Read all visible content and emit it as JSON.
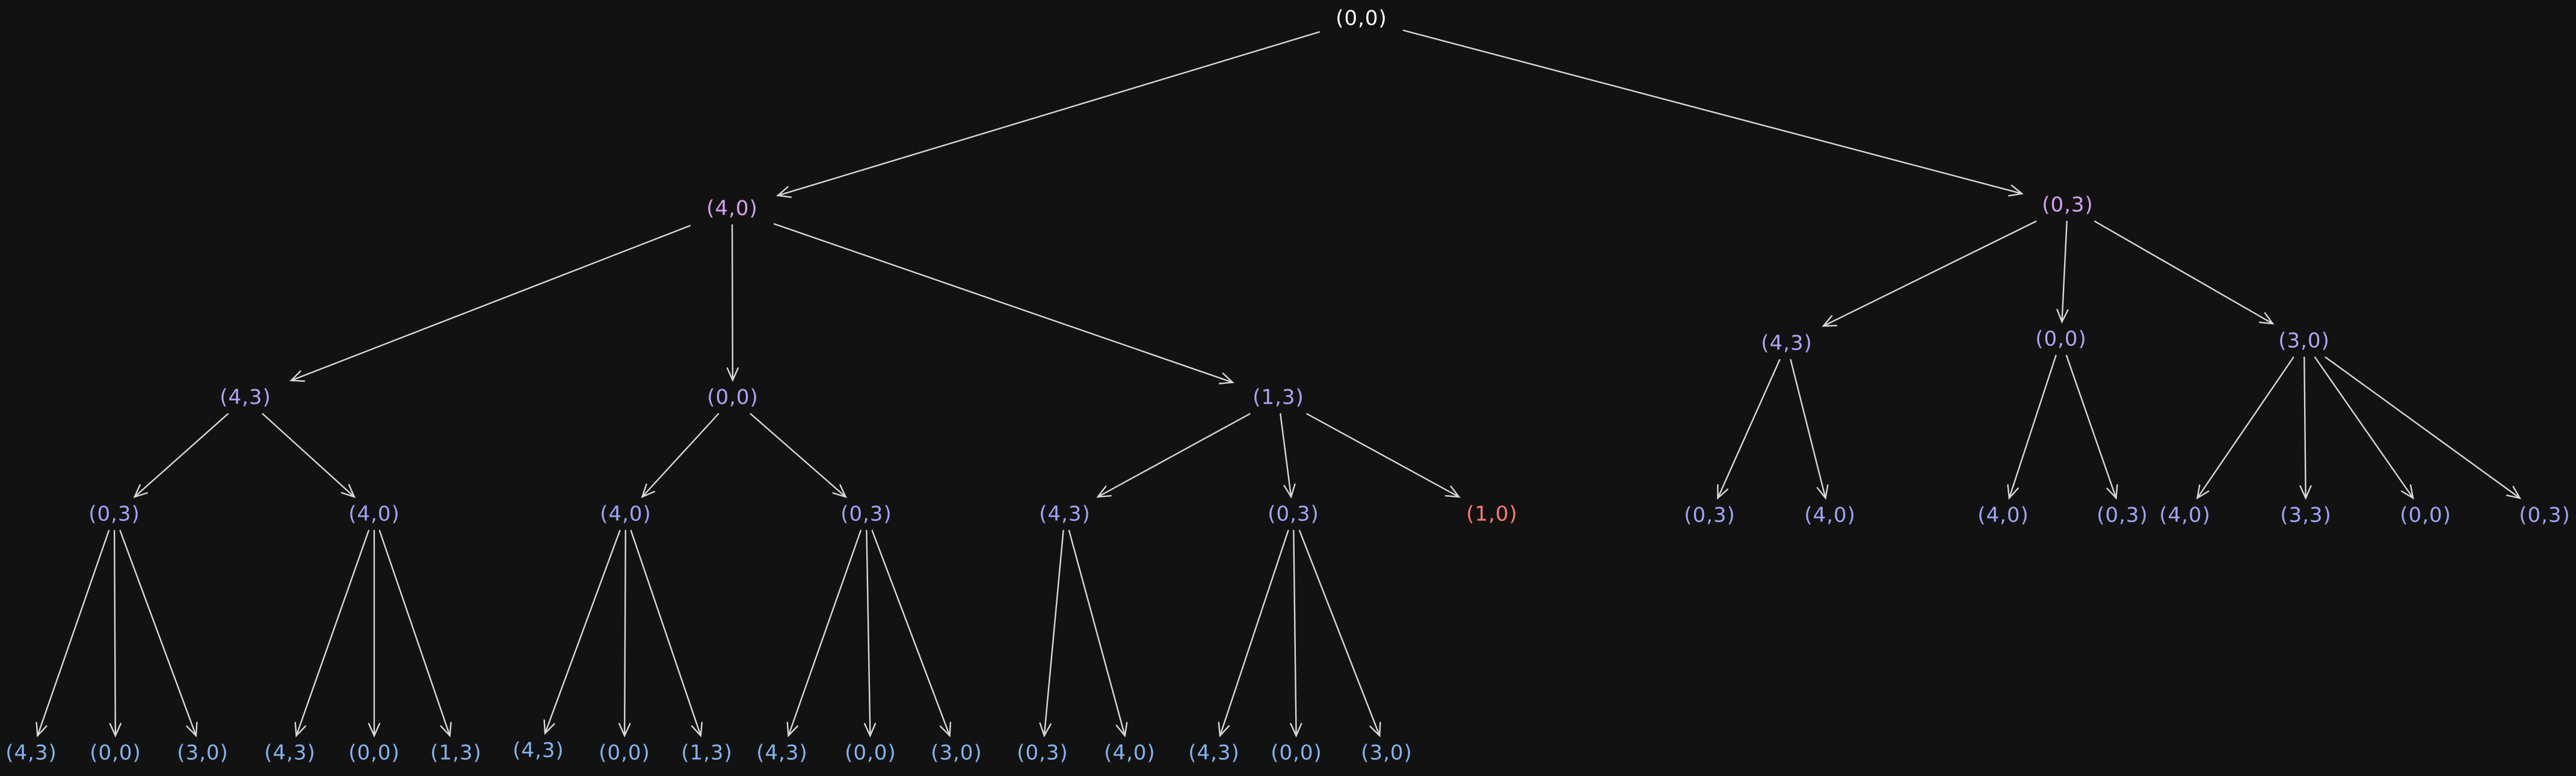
{
  "colors": {
    "edge": "#d8d8d8",
    "root": "#ffffff",
    "level1": "#d7a2f0",
    "level2": "#b7a2f4",
    "level3": "#9ea6f5",
    "level4": "#86b4f0",
    "dead_end": "#ff7a7a"
  },
  "tree": {
    "id": "n0",
    "label": "(0,0)",
    "color": "root",
    "children": [
      {
        "id": "n1",
        "label": "(4,0)",
        "color": "level1",
        "children": [
          {
            "id": "n11",
            "label": "(4,3)",
            "color": "level2",
            "children": [
              {
                "id": "n111",
                "label": "(0,3)",
                "color": "level3",
                "children": [
                  {
                    "id": "n1111",
                    "label": "(4,3)",
                    "color": "level4"
                  },
                  {
                    "id": "n1112",
                    "label": "(0,0)",
                    "color": "level4"
                  },
                  {
                    "id": "n1113",
                    "label": "(3,0)",
                    "color": "level4"
                  }
                ]
              },
              {
                "id": "n112",
                "label": "(4,0)",
                "color": "level3",
                "children": [
                  {
                    "id": "n1121",
                    "label": "(4,3)",
                    "color": "level4"
                  },
                  {
                    "id": "n1122",
                    "label": "(0,0)",
                    "color": "level4"
                  },
                  {
                    "id": "n1123",
                    "label": "(1,3)",
                    "color": "level4"
                  }
                ]
              }
            ]
          },
          {
            "id": "n12",
            "label": "(0,0)",
            "color": "level2",
            "children": [
              {
                "id": "n121",
                "label": "(4,0)",
                "color": "level3",
                "children": [
                  {
                    "id": "n1211",
                    "label": "(4,3)",
                    "color": "level4"
                  },
                  {
                    "id": "n1212",
                    "label": "(0,0)",
                    "color": "level4"
                  },
                  {
                    "id": "n1213",
                    "label": "(1,3)",
                    "color": "level4"
                  }
                ]
              },
              {
                "id": "n122",
                "label": "(0,3)",
                "color": "level3",
                "children": [
                  {
                    "id": "n1221",
                    "label": "(4,3)",
                    "color": "level4"
                  },
                  {
                    "id": "n1222",
                    "label": "(0,0)",
                    "color": "level4"
                  },
                  {
                    "id": "n1223",
                    "label": "(3,0)",
                    "color": "level4"
                  }
                ]
              }
            ]
          },
          {
            "id": "n13",
            "label": "(1,3)",
            "color": "level2",
            "children": [
              {
                "id": "n131",
                "label": "(4,3)",
                "color": "level3",
                "children": [
                  {
                    "id": "n1311",
                    "label": "(0,3)",
                    "color": "level4"
                  },
                  {
                    "id": "n1312",
                    "label": "(4,0)",
                    "color": "level4"
                  }
                ]
              },
              {
                "id": "n132",
                "label": "(0,3)",
                "color": "level3",
                "children": [
                  {
                    "id": "n1321",
                    "label": "(4,3)",
                    "color": "level4"
                  },
                  {
                    "id": "n1322",
                    "label": "(0,0)",
                    "color": "level4"
                  },
                  {
                    "id": "n1323",
                    "label": "(3,0)",
                    "color": "level4"
                  }
                ]
              },
              {
                "id": "n133",
                "label": "(1,0)",
                "color": "dead_end"
              }
            ]
          }
        ]
      },
      {
        "id": "n2",
        "label": "(0,3)",
        "color": "level1",
        "children": [
          {
            "id": "n21",
            "label": "(4,3)",
            "color": "level2",
            "children": [
              {
                "id": "n211",
                "label": "(0,3)",
                "color": "level3"
              },
              {
                "id": "n212",
                "label": "(4,0)",
                "color": "level3"
              }
            ]
          },
          {
            "id": "n22",
            "label": "(0,0)",
            "color": "level2",
            "children": [
              {
                "id": "n221",
                "label": "(4,0)",
                "color": "level3"
              },
              {
                "id": "n222",
                "label": "(0,3)",
                "color": "level3"
              }
            ]
          },
          {
            "id": "n23",
            "label": "(3,0)",
            "color": "level2",
            "children": [
              {
                "id": "n231",
                "label": "(4,0)",
                "color": "level3"
              },
              {
                "id": "n232",
                "label": "(3,3)",
                "color": "level3"
              },
              {
                "id": "n233",
                "label": "(0,0)",
                "color": "level3"
              },
              {
                "id": "n234",
                "label": "(0,3)",
                "color": "level3"
              }
            ]
          }
        ]
      }
    ]
  }
}
